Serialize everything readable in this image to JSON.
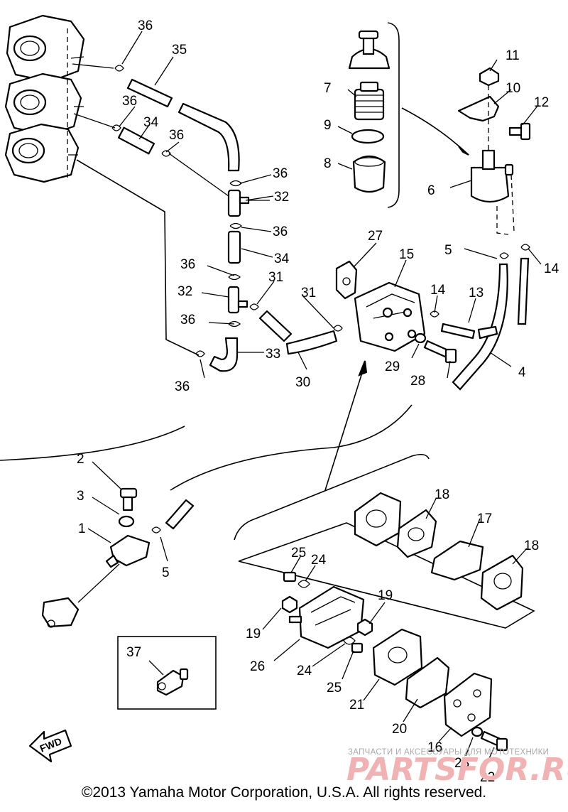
{
  "diagram": {
    "labels": {
      "l1": "1",
      "l2": "2",
      "l3": "3",
      "l4": "4",
      "l5a": "5",
      "l5b": "5",
      "l6": "6",
      "l7": "7",
      "l8": "8",
      "l9": "9",
      "l10": "10",
      "l11": "11",
      "l12": "12",
      "l13": "13",
      "l14a": "14",
      "l14b": "14",
      "l15": "15",
      "l16": "16",
      "l17": "17",
      "l18a": "18",
      "l18b": "18",
      "l19a": "19",
      "l19b": "19",
      "l20": "20",
      "l21": "21",
      "l22": "22",
      "l23": "23",
      "l24a": "24",
      "l24b": "24",
      "l25a": "25",
      "l25b": "25",
      "l26": "26",
      "l27": "27",
      "l28": "28",
      "l29": "29",
      "l30": "30",
      "l31a": "31",
      "l31b": "31",
      "l32a": "32",
      "l32b": "32",
      "l33": "33",
      "l34a": "34",
      "l34b": "34",
      "l35": "35",
      "l36a": "36",
      "l36b": "36",
      "l36c": "36",
      "l36d": "36",
      "l36e": "36",
      "l36f": "36",
      "l36g": "36",
      "l36h": "36",
      "l37": "37"
    },
    "fwd_label": "FWD"
  },
  "watermark": {
    "small": "ЗАПЧАСТИ И АКСЕССУАРЫ ДЛЯ МОТОТЕХНИКИ",
    "big": "PARTSFOR.RU"
  },
  "copyright": "©2013 Yamaha Motor Corporation, U.S.A. All rights reserved."
}
